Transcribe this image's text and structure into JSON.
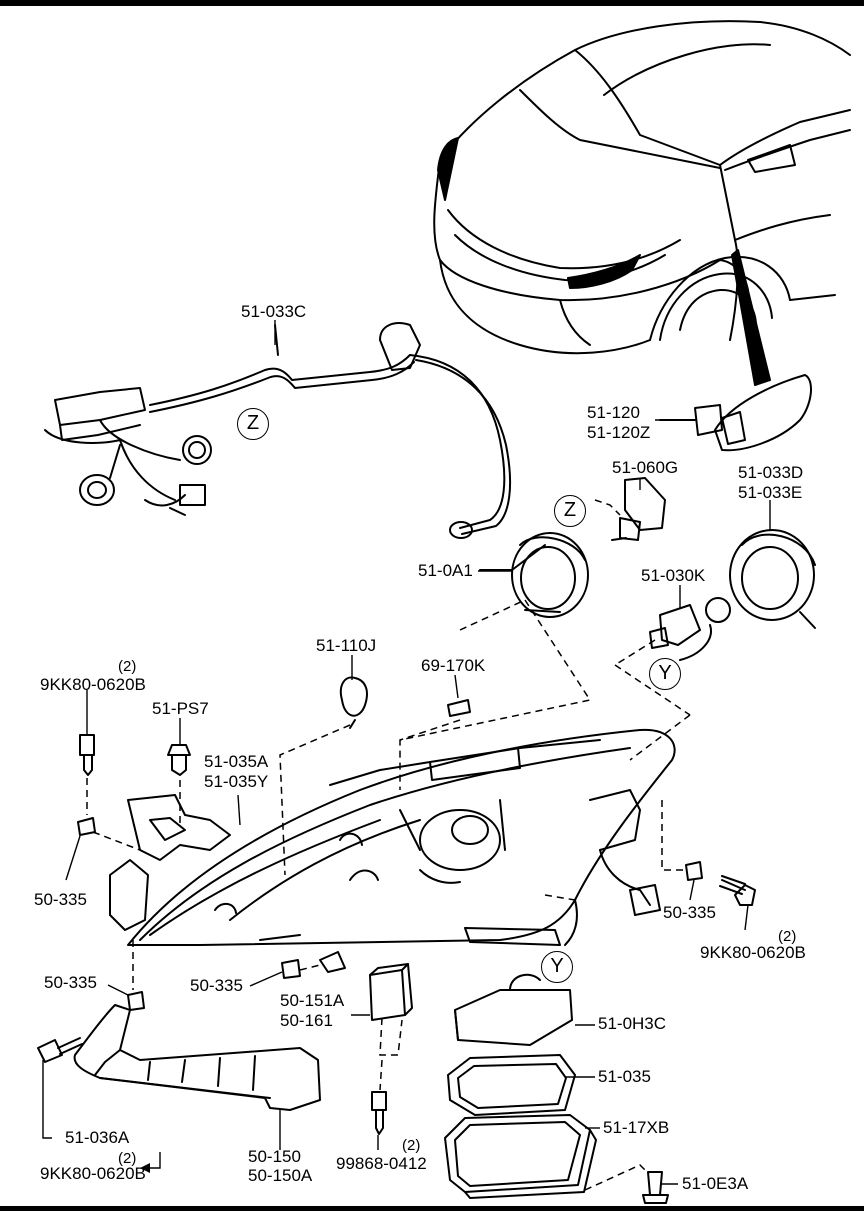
{
  "labels": {
    "p51033C": "51-033C",
    "p51120": "51-120",
    "p51120Z": "51-120Z",
    "p51060G": "51-060G",
    "p51033D": "51-033D",
    "p51033E": "51-033E",
    "p510A1": "51-0A1",
    "p51030K": "51-030K",
    "p51110J": "51-110J",
    "p69170K": "69-170K",
    "p9KK80_top": "9KK80-0620B",
    "p51PS7": "51-PS7",
    "p51035A": "51-035A",
    "p51035Y": "51-035Y",
    "p50335_left": "50-335",
    "p50335_right": "50-335",
    "p9KK80_right": "9KK80-0620B",
    "p50335_bl": "50-335",
    "p50335_mid": "50-335",
    "p50151A": "50-151A",
    "p50161": "50-161",
    "p510H3C": "51-0H3C",
    "p51035": "51-035",
    "p5117XB": "51-17XB",
    "p510E3A": "51-0E3A",
    "p51036A": "51-036A",
    "p9KK80_bottom": "9KK80-0620B",
    "p50150": "50-150",
    "p50150A": "50-150A",
    "p99868": "99868-0412"
  },
  "quantities": {
    "q_top": "(2)",
    "q_right": "(2)",
    "q_bottom": "(2)",
    "q_99868": "(2)"
  },
  "callouts": {
    "z1": "Z",
    "z2": "Z",
    "y1": "Y",
    "y2": "Y"
  }
}
